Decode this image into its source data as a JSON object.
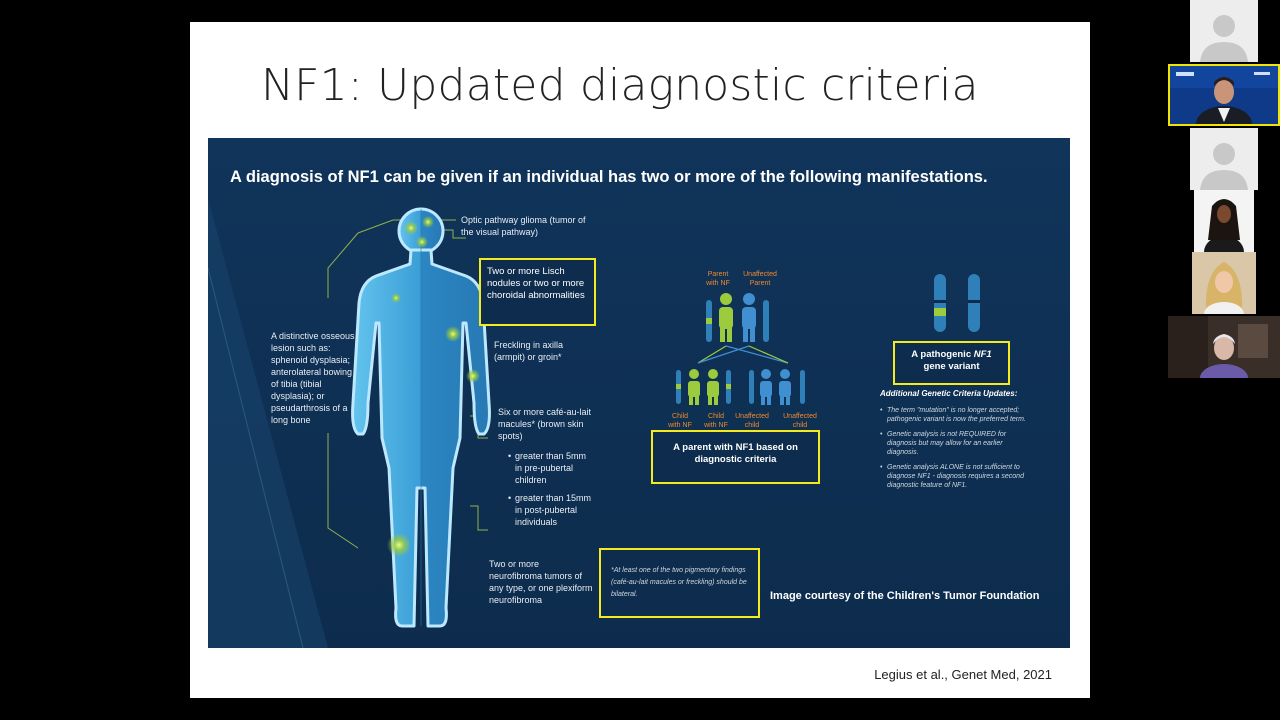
{
  "slide": {
    "title": "NF1: Updated diagnostic criteria",
    "headline_a": "A diagnosis of NF1 can be given if an individual has ",
    "headline_b": "two or more",
    "headline_c": " of the following manifestations.",
    "labels": {
      "optic": "Optic pathway glioma (tumor of the visual pathway)",
      "lisch": "Two or more Lisch nodules or two or more choroidal abnormalities",
      "freckling": "Freckling in axilla (armpit) or groin*",
      "cafe_title": "Six or more café-au-lait macules* (brown skin spots)",
      "cafe_b1": "greater than 5mm in pre-pubertal children",
      "cafe_b2": "greater than 15mm in post-pubertal individuals",
      "neuro": "Two or more neurofibroma tumors of any type, or one plexiform neurofibroma",
      "osseous": "A distinctive osseous lesion such as: sphenoid dysplasia; anterolateral bowing of tibia (tibial dysplasia); or pseudarthrosis of a long bone",
      "footnote": "*At least one of the two pigmentary findings (café-au-lait macules or freckling) should be bilateral."
    },
    "family": {
      "parent_nf": "Parent with NF",
      "unaffected_parent": "Unaffected Parent",
      "child_nf_1": "Child with NF",
      "child_nf_2": "Child with NF",
      "unaffected_child_1": "Unaffected child",
      "unaffected_child_2": "Unaffected child",
      "box": "A parent with NF1 based on diagnostic criteria"
    },
    "genetic": {
      "box_a": "A pathogenic ",
      "box_b": "NF1",
      "box_c": " gene variant",
      "title": "Additional Genetic Criteria Updates:",
      "b1": "The term \"mutation\" is no longer accepted; pathogenic variant is now the preferred term.",
      "b2": "Genetic analysis is not REQUIRED for diagnosis but may allow for an earlier diagnosis.",
      "b3": "Genetic analysis ALONE is not sufficient to diagnose NF1 - diagnosis requires a second diagnostic feature of NF1."
    },
    "credit": "Image courtesy of the Children's Tumor Foundation",
    "citation": "Legius et al., Genet Med, 2021"
  },
  "colors": {
    "panel": "#10345a",
    "highlight": "#f4ea1e",
    "nf_green": "#9ccc3d",
    "unaffected_blue": "#3f8fd1",
    "body_blue": "#4fb3e3",
    "parent_label": "#f08a2c"
  }
}
